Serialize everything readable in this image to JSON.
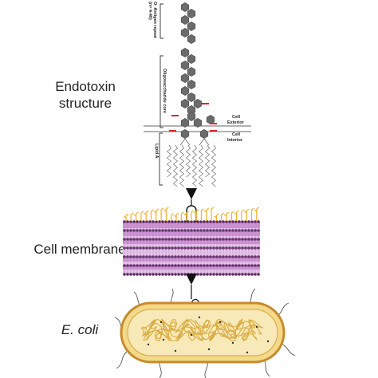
{
  "labels": {
    "endotoxin_line1": "Endotoxin",
    "endotoxin_line2": "structure",
    "cell_membrane": "Cell membrane",
    "ecoli": "E. coli",
    "o_antigen_line1": "O- Antigen repeat",
    "o_antigen_line2": "(n= 4-40)",
    "oligosaccharide_core": "Oligosaccharide core",
    "lipid_a": "Lipid A",
    "cell_exterior_line1": "Cell",
    "cell_exterior_line2": "Exterior",
    "cell_interior_line1": "Cell",
    "cell_interior_line2": "Interior"
  },
  "colors": {
    "hexagon": "#6b6b6b",
    "red_marker": "#e0242a",
    "membrane_pink": "#c98bd0",
    "membrane_dark": "#5c2a62",
    "lps_orange": "#f2b437",
    "cell_fill": "#f6e4a6",
    "cell_outline": "#c68a2a",
    "dna": "#dcb24a",
    "flagella": "#555555"
  }
}
